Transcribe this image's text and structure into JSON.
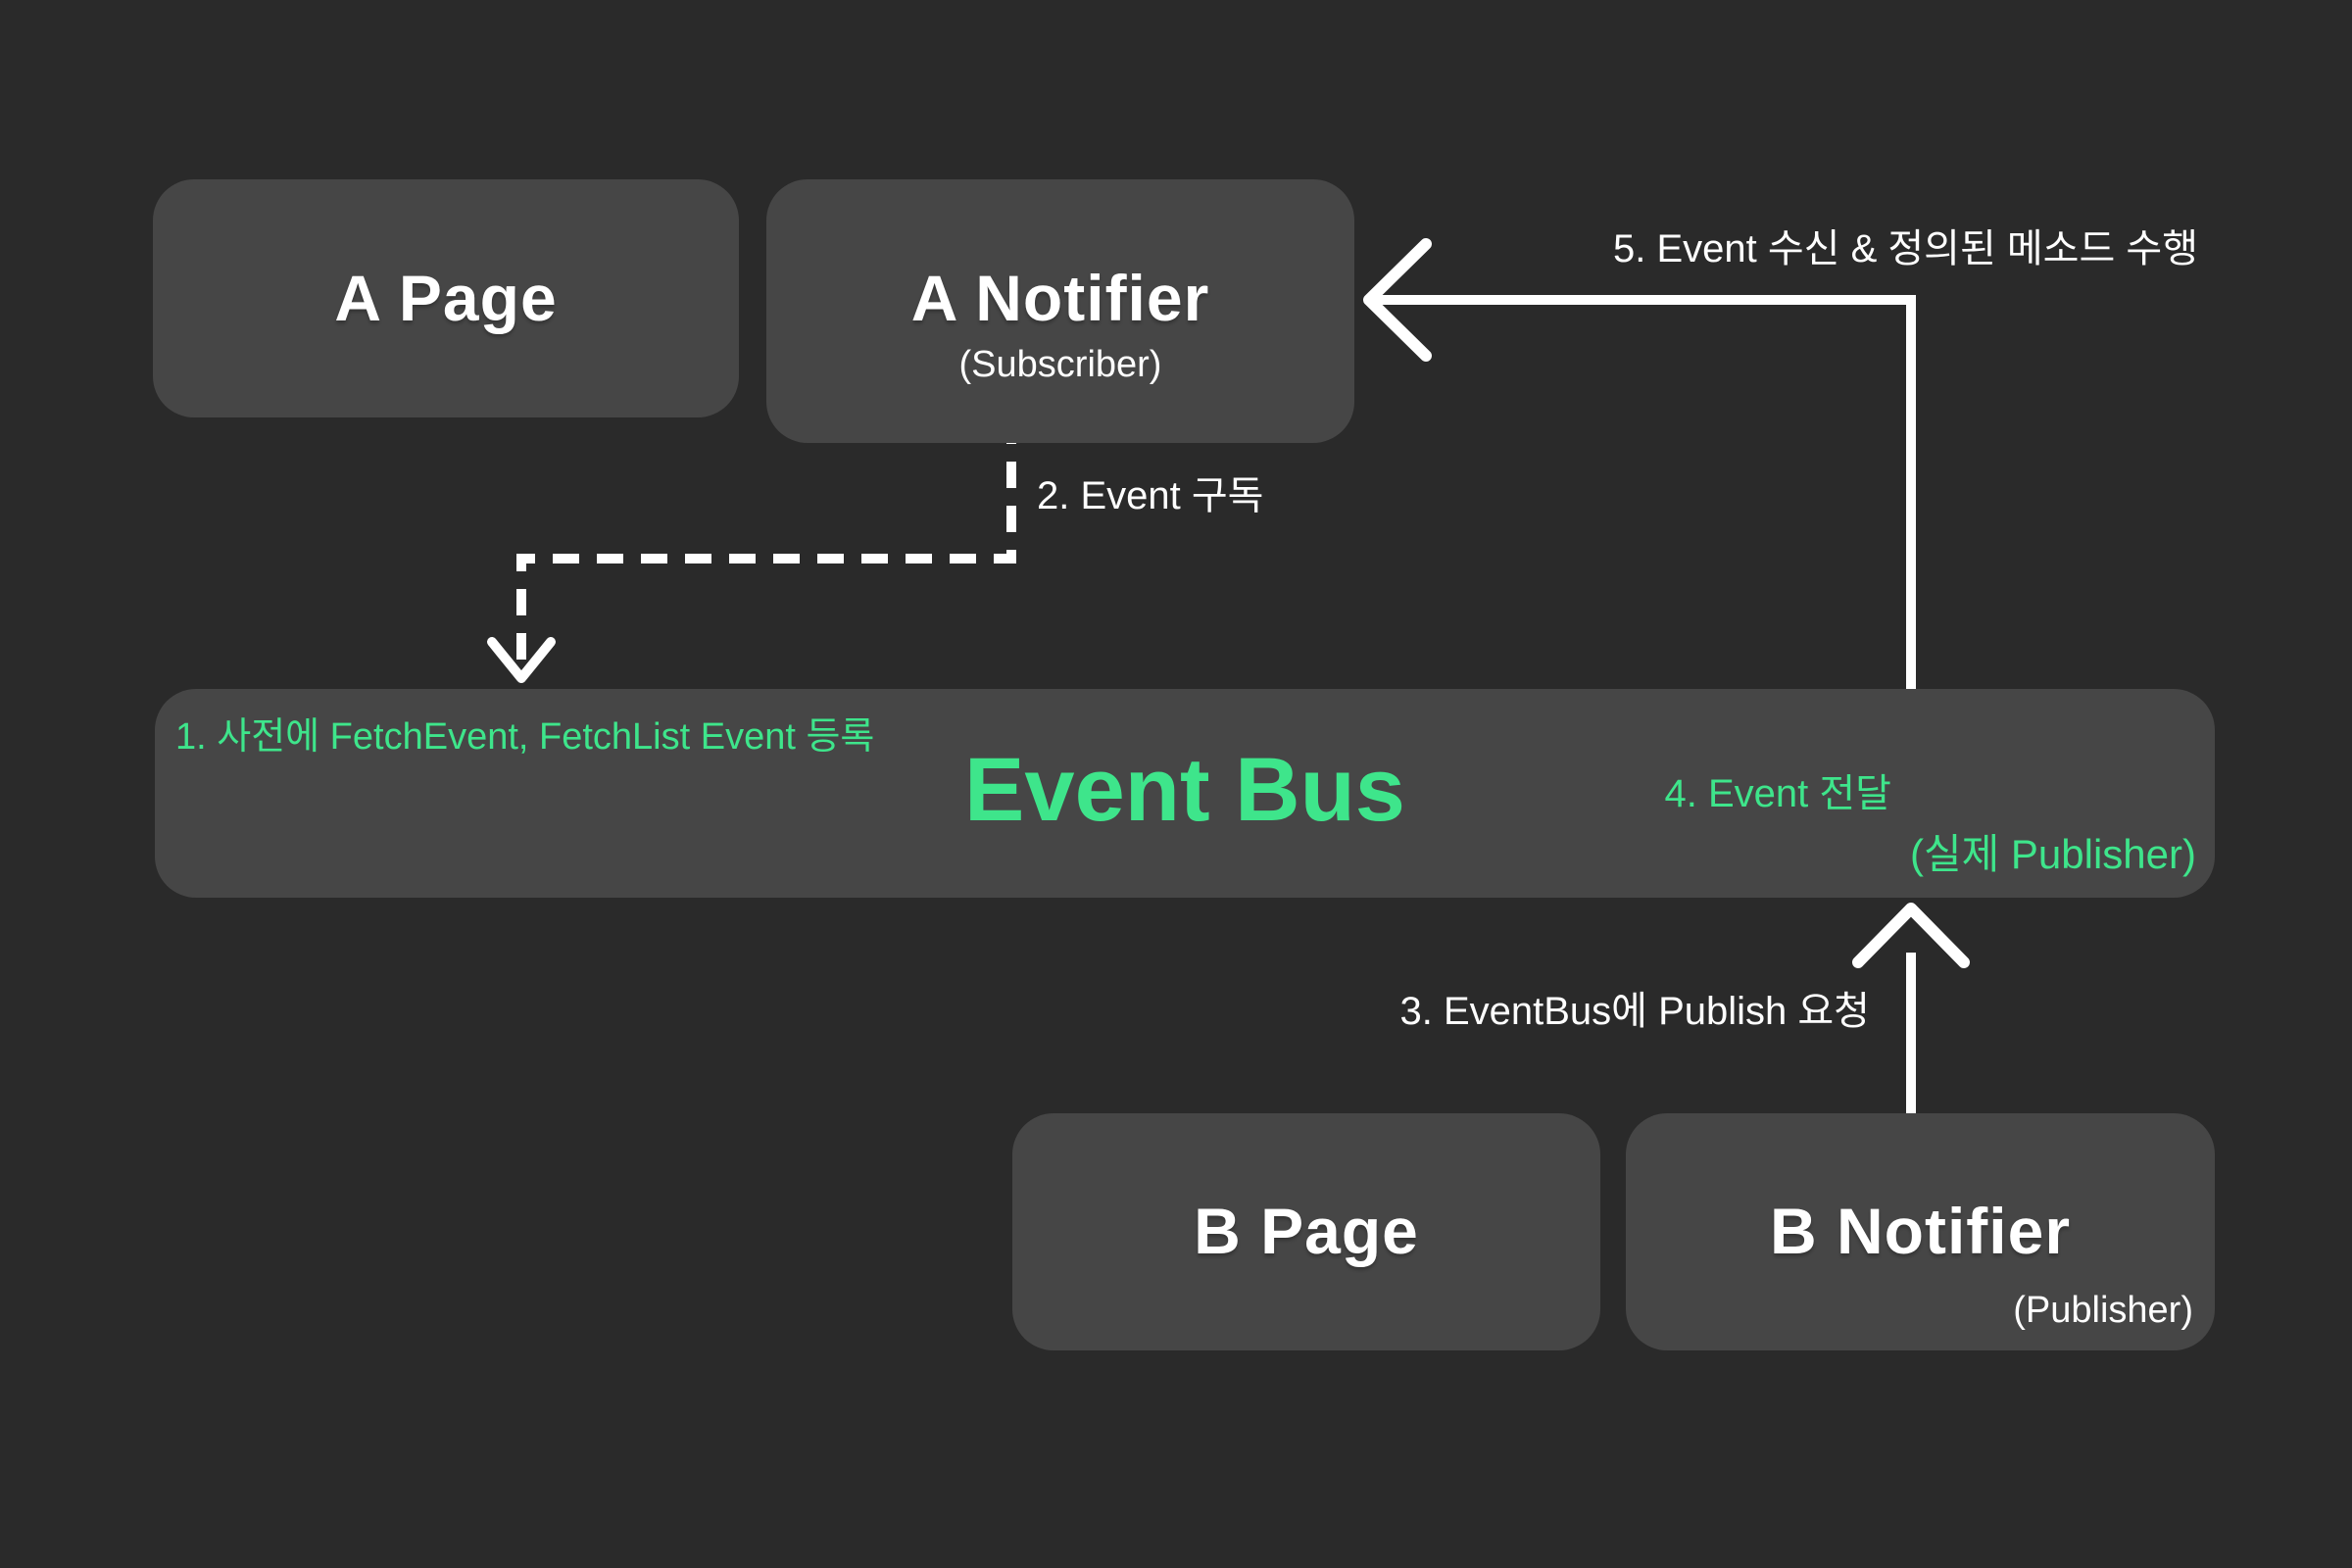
{
  "colors": {
    "background": "#2a2a2a",
    "box": "#464646",
    "accent_green": "#3ee58b",
    "line_white": "#ffffff",
    "text": "#ffffff"
  },
  "boxes": {
    "a_page": {
      "title": "A Page"
    },
    "a_notifier": {
      "title": "A Notifier",
      "subtitle": "(Subscriber)"
    },
    "event_bus": {
      "title": "Event Bus",
      "note_register": "1. 사전에 FetchEvent, FetchList Event 등록",
      "note_deliver": "4. Event 전달",
      "note_actual_publisher": "(실제 Publisher)"
    },
    "b_page": {
      "title": "B Page"
    },
    "b_notifier": {
      "title": "B Notifier",
      "subtitle": "(Publisher)"
    }
  },
  "labels": {
    "step5": "5. Event 수신 & 정의된 메소드 수행",
    "step2": "2. Event 구독",
    "step3": "3. EventBus에 Publish 요청"
  }
}
